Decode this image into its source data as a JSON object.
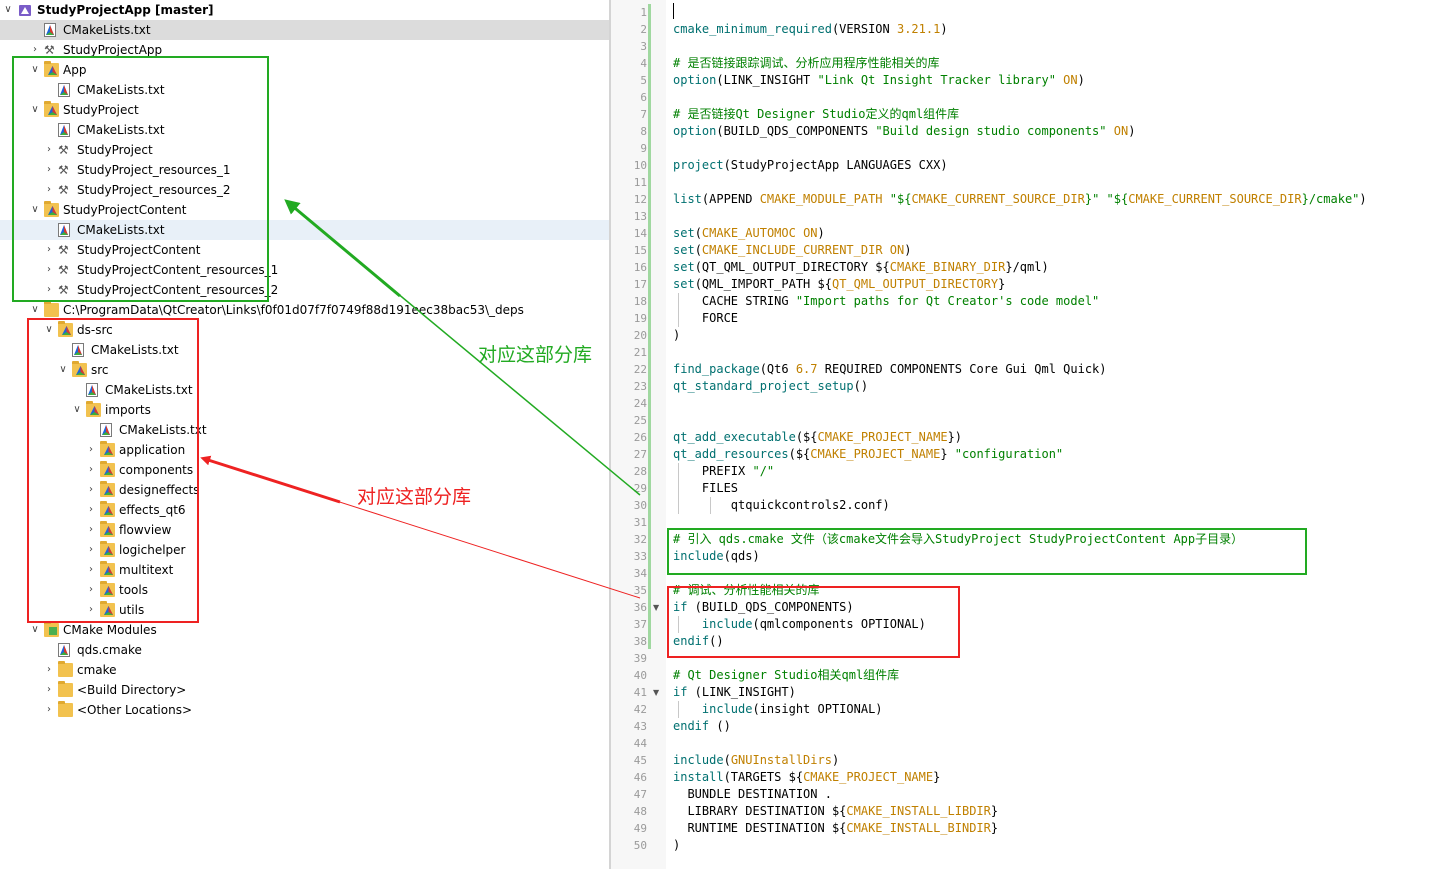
{
  "project_tree": {
    "root_label": "StudyProjectApp [master]",
    "items": [
      {
        "label": "StudyProjectApp [master]",
        "kind": "project",
        "expanded": true
      },
      {
        "label": "CMakeLists.txt",
        "kind": "cmake-file",
        "selected": true
      },
      {
        "label": "StudyProjectApp",
        "kind": "target"
      },
      {
        "label": "App",
        "kind": "cmake-folder",
        "expanded": true
      },
      {
        "label": "CMakeLists.txt",
        "kind": "cmake-file"
      },
      {
        "label": "StudyProject",
        "kind": "cmake-folder",
        "expanded": true
      },
      {
        "label": "CMakeLists.txt",
        "kind": "cmake-file"
      },
      {
        "label": "StudyProject",
        "kind": "target"
      },
      {
        "label": "StudyProject_resources_1",
        "kind": "target"
      },
      {
        "label": "StudyProject_resources_2",
        "kind": "target"
      },
      {
        "label": "StudyProjectContent",
        "kind": "cmake-folder",
        "expanded": true
      },
      {
        "label": "CMakeLists.txt",
        "kind": "cmake-file",
        "highlighted": true
      },
      {
        "label": "StudyProjectContent",
        "kind": "target"
      },
      {
        "label": "StudyProjectContent_resources_1",
        "kind": "target"
      },
      {
        "label": "StudyProjectContent_resources_2",
        "kind": "target"
      },
      {
        "label": "C:\\ProgramData\\QtCreator\\Links\\f0f01d07f7f0749f88d191eec38bac53\\_deps",
        "kind": "folder",
        "expanded": true
      },
      {
        "label": "ds-src",
        "kind": "cmake-folder",
        "expanded": true
      },
      {
        "label": "CMakeLists.txt",
        "kind": "cmake-file"
      },
      {
        "label": "src",
        "kind": "cmake-folder",
        "expanded": true
      },
      {
        "label": "CMakeLists.txt",
        "kind": "cmake-file"
      },
      {
        "label": "imports",
        "kind": "cmake-folder",
        "expanded": true
      },
      {
        "label": "CMakeLists.txt",
        "kind": "cmake-file"
      },
      {
        "label": "application",
        "kind": "cmake-folder"
      },
      {
        "label": "components",
        "kind": "cmake-folder"
      },
      {
        "label": "designeffects",
        "kind": "cmake-folder"
      },
      {
        "label": "effects_qt6",
        "kind": "cmake-folder"
      },
      {
        "label": "flowview",
        "kind": "cmake-folder"
      },
      {
        "label": "logichelper",
        "kind": "cmake-folder"
      },
      {
        "label": "multitext",
        "kind": "cmake-folder"
      },
      {
        "label": "tools",
        "kind": "cmake-folder"
      },
      {
        "label": "utils",
        "kind": "cmake-folder"
      },
      {
        "label": "CMake Modules",
        "kind": "modules-folder",
        "expanded": true
      },
      {
        "label": "qds.cmake",
        "kind": "cmake-file"
      },
      {
        "label": "cmake",
        "kind": "folder"
      },
      {
        "label": "<Build Directory>",
        "kind": "folder"
      },
      {
        "label": "<Other Locations>",
        "kind": "folder"
      }
    ]
  },
  "editor": {
    "lines": [
      "",
      "cmake_minimum_required(VERSION 3.21.1)",
      "",
      "# 是否链接跟踪调试、分析应用程序性能相关的库",
      "option(LINK_INSIGHT \"Link Qt Insight Tracker library\" ON)",
      "",
      "# 是否链接Qt Designer Studio定义的qml组件库",
      "option(BUILD_QDS_COMPONENTS \"Build design studio components\" ON)",
      "",
      "project(StudyProjectApp LANGUAGES CXX)",
      "",
      "list(APPEND CMAKE_MODULE_PATH \"${CMAKE_CURRENT_SOURCE_DIR}\" \"${CMAKE_CURRENT_SOURCE_DIR}/cmake\")",
      "",
      "set(CMAKE_AUTOMOC ON)",
      "set(CMAKE_INCLUDE_CURRENT_DIR ON)",
      "set(QT_QML_OUTPUT_DIRECTORY ${CMAKE_BINARY_DIR}/qml)",
      "set(QML_IMPORT_PATH ${QT_QML_OUTPUT_DIRECTORY}",
      "    CACHE STRING \"Import paths for Qt Creator's code model\"",
      "    FORCE",
      ")",
      "",
      "find_package(Qt6 6.7 REQUIRED COMPONENTS Core Gui Qml Quick)",
      "qt_standard_project_setup()",
      "",
      "",
      "qt_add_executable(${CMAKE_PROJECT_NAME})",
      "qt_add_resources(${CMAKE_PROJECT_NAME} \"configuration\"",
      "    PREFIX \"/\"",
      "    FILES",
      "        qtquickcontrols2.conf)",
      "",
      "# 引入 qds.cmake 文件（该cmake文件会导入StudyProject StudyProjectContent App子目录）",
      "include(qds)",
      "",
      "# 调试、分析性能相关的库",
      "if (BUILD_QDS_COMPONENTS)",
      "    include(qmlcomponents OPTIONAL)",
      "endif()",
      "",
      "# Qt Designer Studio相关qml组件库",
      "if (LINK_INSIGHT)",
      "    include(insight OPTIONAL)",
      "endif ()",
      "",
      "include(GNUInstallDirs)",
      "install(TARGETS ${CMAKE_PROJECT_NAME}",
      "  BUNDLE DESTINATION .",
      "  LIBRARY DESTINATION ${CMAKE_INSTALL_LIBDIR}",
      "  RUNTIME DESTINATION ${CMAKE_INSTALL_BINDIR}",
      ")"
    ],
    "fold_markers": [
      36,
      41
    ]
  },
  "annotations": {
    "green_label": "对应这部分库",
    "red_label": "对应这部分库",
    "green_color": "#22aa22",
    "red_color": "#ee2222"
  },
  "colors": {
    "keyword": "#007070",
    "string": "#008000",
    "variable": "#c08000",
    "comment": "#008000",
    "selection": "#dcdcdc",
    "folder": "#f2c24f"
  }
}
